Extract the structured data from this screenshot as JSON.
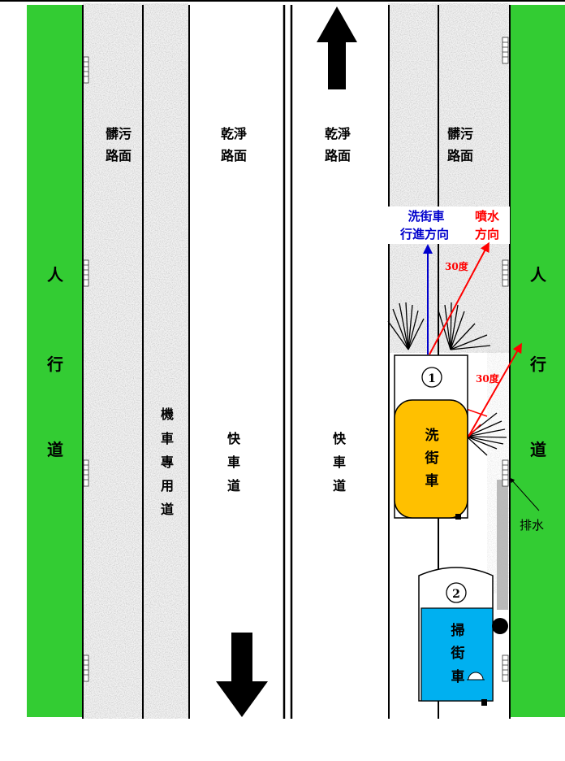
{
  "labels": {
    "sidewalk_left": [
      "人",
      "行",
      "道"
    ],
    "sidewalk_right": [
      "人",
      "行",
      "道"
    ],
    "dirty_left": [
      "髒污",
      "路面"
    ],
    "dirty_right": [
      "髒污",
      "路面"
    ],
    "clean_1": [
      "乾淨",
      "路面"
    ],
    "clean_2": [
      "乾淨",
      "路面"
    ],
    "moto_lane": [
      "機",
      "車",
      "專",
      "用",
      "道"
    ],
    "fast_lane_1": [
      "快",
      "車",
      "道"
    ],
    "fast_lane_2": [
      "快",
      "車",
      "道"
    ],
    "direction": [
      "洗街車",
      "行進方向"
    ],
    "spray": [
      "噴水",
      "方向"
    ],
    "angle_top": "30度",
    "angle_side": "30度",
    "washer_num": "1",
    "washer_name": [
      "洗",
      "街",
      "車"
    ],
    "sweeper_num": "2",
    "sweeper_name": [
      "掃",
      "街",
      "車"
    ],
    "drain": "排水"
  },
  "colors": {
    "sidewalk": "#33cc33",
    "washer": "#ffc000",
    "sweeper": "#00b0f0",
    "direction": "#0000cc",
    "spray": "#ff0000",
    "line": "#000000"
  }
}
